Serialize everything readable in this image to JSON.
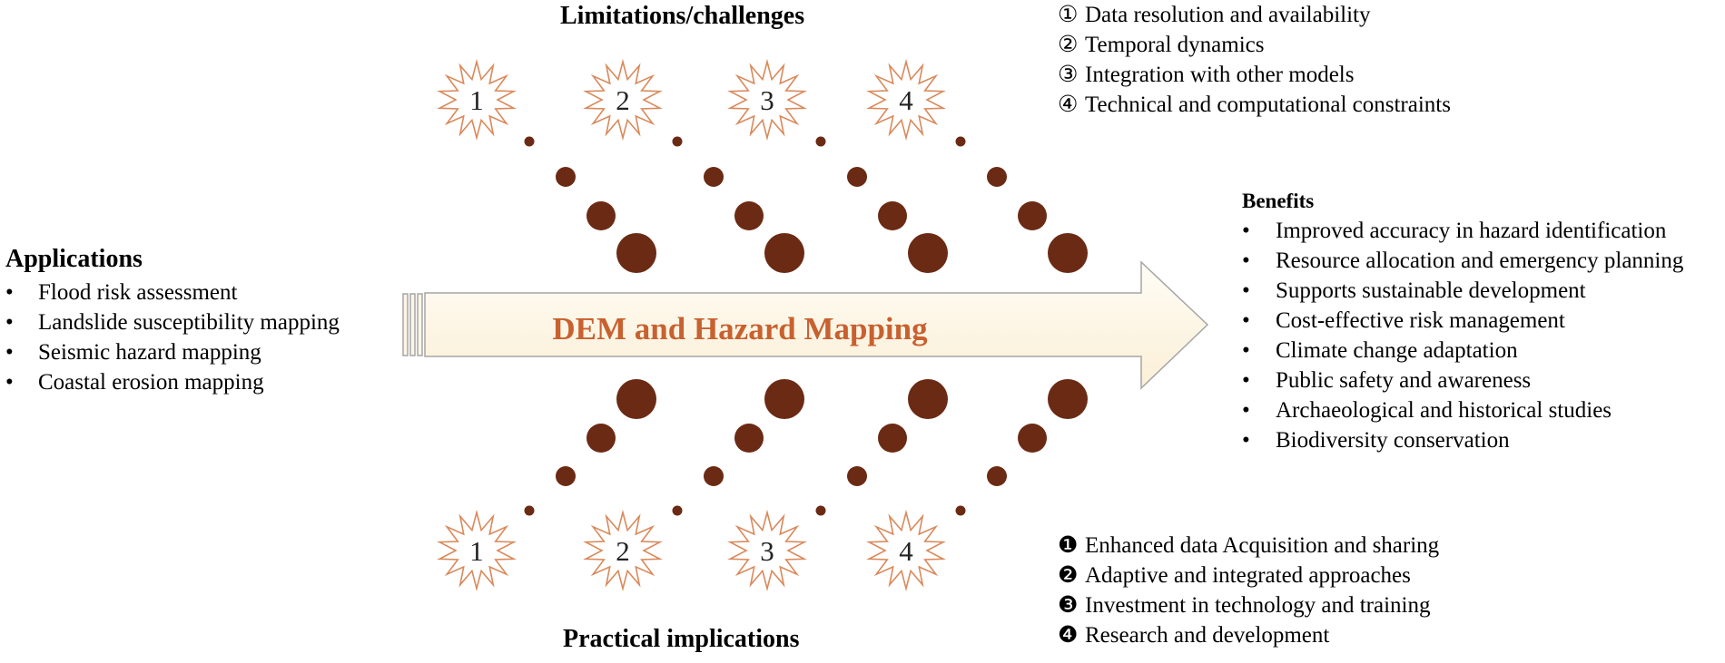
{
  "central_label": "DEM and Hazard Mapping",
  "limitations": {
    "title": "Limitations/challenges",
    "markers": [
      "1",
      "2",
      "3",
      "4"
    ],
    "items": [
      {
        "marker": "①",
        "text": "Data resolution and availability"
      },
      {
        "marker": "②",
        "text": "Temporal dynamics"
      },
      {
        "marker": "③",
        "text": "Integration with other models"
      },
      {
        "marker": "④",
        "text": "Technical and computational constraints"
      }
    ]
  },
  "practical": {
    "title": "Practical implications",
    "markers": [
      "1",
      "2",
      "3",
      "4"
    ],
    "items": [
      {
        "marker": "❶",
        "text": "Enhanced data Acquisition and sharing"
      },
      {
        "marker": "❷",
        "text": "Adaptive and integrated approaches"
      },
      {
        "marker": "❸",
        "text": "Investment in technology and training"
      },
      {
        "marker": "❹",
        "text": "Research and development"
      }
    ]
  },
  "applications": {
    "title": "Applications",
    "bullet": "•",
    "items": [
      "Flood risk assessment",
      "Landslide susceptibility mapping",
      "Seismic hazard mapping",
      "Coastal erosion mapping"
    ]
  },
  "benefits": {
    "title": "Benefits",
    "bullet": "•",
    "items": [
      "Improved accuracy in hazard identification",
      "Resource allocation and emergency planning",
      "Supports sustainable development",
      "Cost-effective risk management",
      "Climate change adaptation",
      "Public safety and awareness",
      "Archaeological and historical studies",
      "Biodiversity conservation"
    ]
  },
  "colors": {
    "accent": "#c8612f",
    "dot": "#6b2a14",
    "arrow_fill": "#fdf6e6",
    "arrow_stroke": "#a6a6a6",
    "star_stroke": "#d9895b"
  }
}
